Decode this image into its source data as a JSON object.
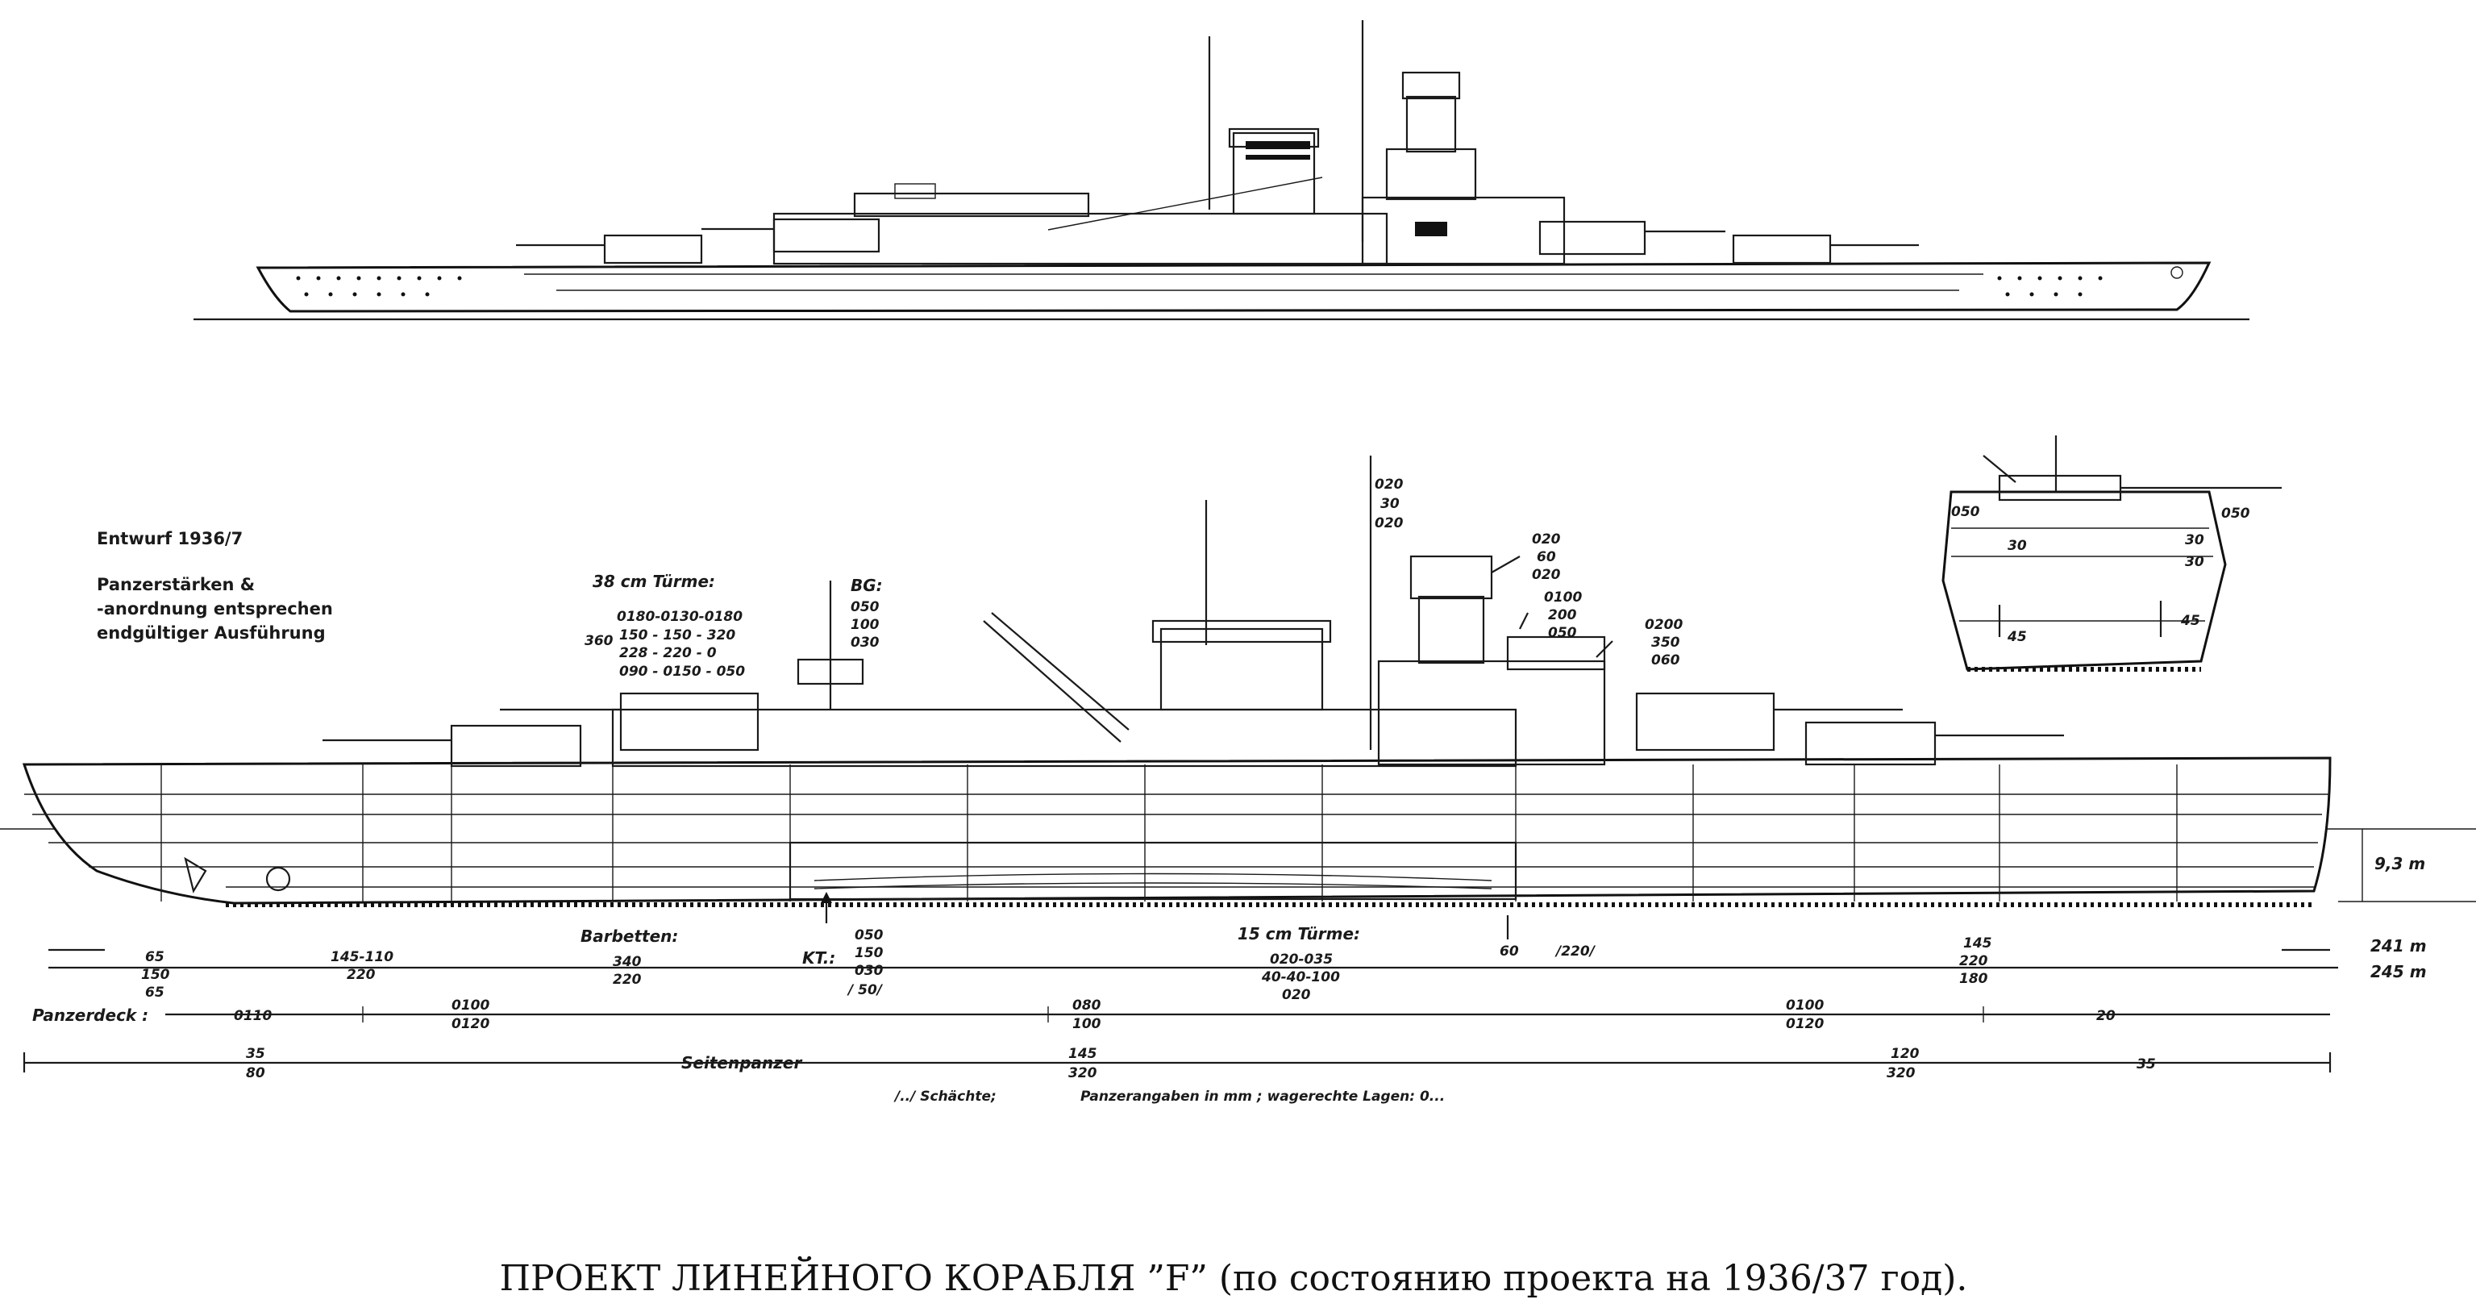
{
  "notes": {
    "entwurf": "Entwurf 1936/7",
    "line1": "Panzerstärken &",
    "line2": "-anordnung entsprechen",
    "line3": "endgültiger Ausführung"
  },
  "annotations": {
    "tuerme38": "38 cm Türme:",
    "t38_r1": "0180-0130-0180",
    "t38_r2_prefix": "360",
    "t38_r2": "150 - 150 - 320",
    "t38_r3": "228 - 220 - 0",
    "t38_r4": "090 - 0150 - 050",
    "bg_label": "BG:",
    "bg_v1": "050",
    "bg_v2": "100",
    "bg_v3": "030",
    "bridge_1": "020",
    "bridge_2": "30",
    "bridge_3": "020",
    "fc1_1": "020",
    "fc1_2": "60",
    "fc1_3": "020",
    "fc2_1": "0100",
    "fc2_2": "200",
    "fc2_3": "050",
    "fc3_1": "0200",
    "fc3_2": "350",
    "fc3_3": "060",
    "barbetten": "Barbetten:",
    "barb_v1": "340",
    "barb_v2": "220",
    "kt_label": "KT.:",
    "kt_v1": "050",
    "kt_v2": "150",
    "kt_v3": "030",
    "kt_v4": "/ 50/",
    "tuerme15": "15 cm Türme:",
    "t15_v1": "020-035",
    "t15_v2": "40-40-100",
    "t15_v3": "020",
    "bow_v1": "65",
    "bow_v2": "150",
    "bow_v3": "65",
    "aft_v1": "145-110",
    "aft_v2": "220",
    "mid_v1": "60",
    "mid_v2": "/220/",
    "fwd_v1": "145",
    "fwd_v2": "220",
    "fwd_v3": "180",
    "draft": "9,3 m",
    "len1": "241 m",
    "len2": "245 m",
    "sec_050a": "050",
    "sec_050b": "050",
    "sec_30a": "30",
    "sec_30b": "30",
    "sec_30c": "30",
    "sec_45a": "45",
    "sec_45b": "45"
  },
  "panzerdeck": {
    "label": "Panzerdeck :",
    "v1": "0110",
    "v2a": "0100",
    "v2b": "0120",
    "v3a": "080",
    "v3b": "100",
    "v4a": "0100",
    "v4b": "0120",
    "v5": "20"
  },
  "seitenpanzer": {
    "label": "Seitenpanzer",
    "v1a": "35",
    "v1b": "80",
    "v2a": "145",
    "v2b": "320",
    "v3a": "120",
    "v3b": "320",
    "v4": "35"
  },
  "legend": {
    "schaechte": "/../ Schächte;",
    "units": "Panzerangaben in mm ; wagerechte Lagen: 0..."
  },
  "caption": "ПРОЕКТ ЛИНЕЙНОГО КОРАБЛЯ ”F” (по состоянию проекта на 1936/37 год)."
}
